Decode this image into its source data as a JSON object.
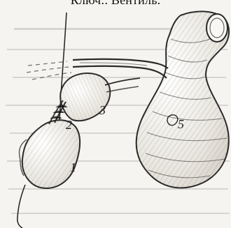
{
  "caption": "Ключ:. Вентиль.",
  "labels": [
    "1",
    "2",
    "3",
    "5"
  ],
  "colors": {
    "ink": "#2a2a2a",
    "paper": "#f5f4f0",
    "shade": "#cfcac3"
  }
}
